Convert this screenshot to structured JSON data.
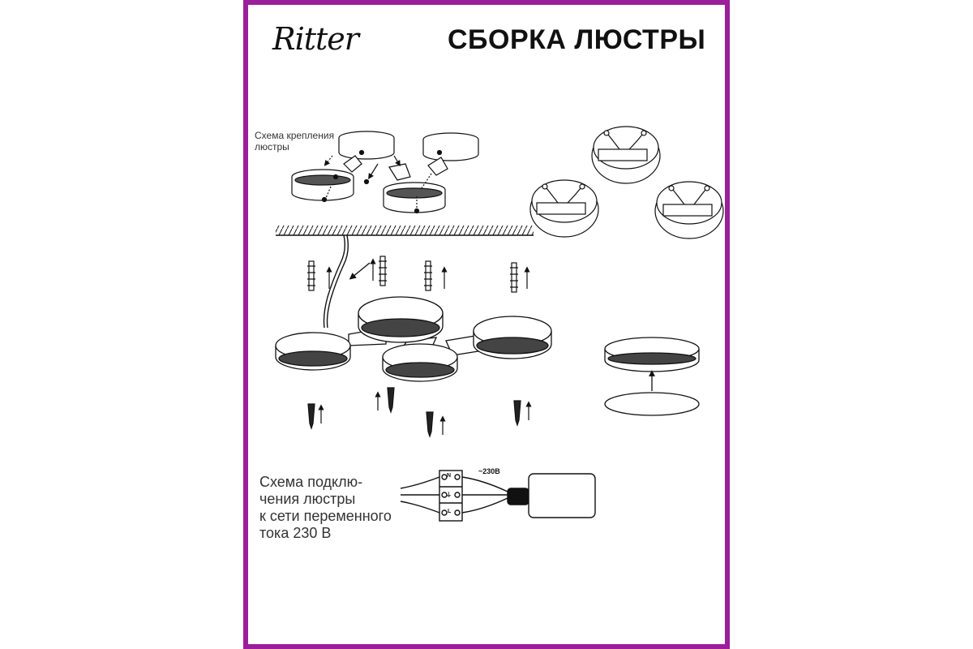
{
  "header": {
    "brand": "Ritter",
    "title": "СБОРКА ЛЮСТРЫ"
  },
  "mounting_diagram": {
    "caption": "Схема крепления люстры"
  },
  "wiring_diagram": {
    "caption_lines": [
      "Схема подклю-",
      "чения люстры",
      "к сети переменного",
      "тока  230 В"
    ],
    "voltage_label": "~230В",
    "terminal_labels": [
      "N",
      "⏚",
      "L"
    ]
  },
  "colors": {
    "frame_border": "#9b1f9b",
    "line": "#111111",
    "background": "#ffffff"
  }
}
